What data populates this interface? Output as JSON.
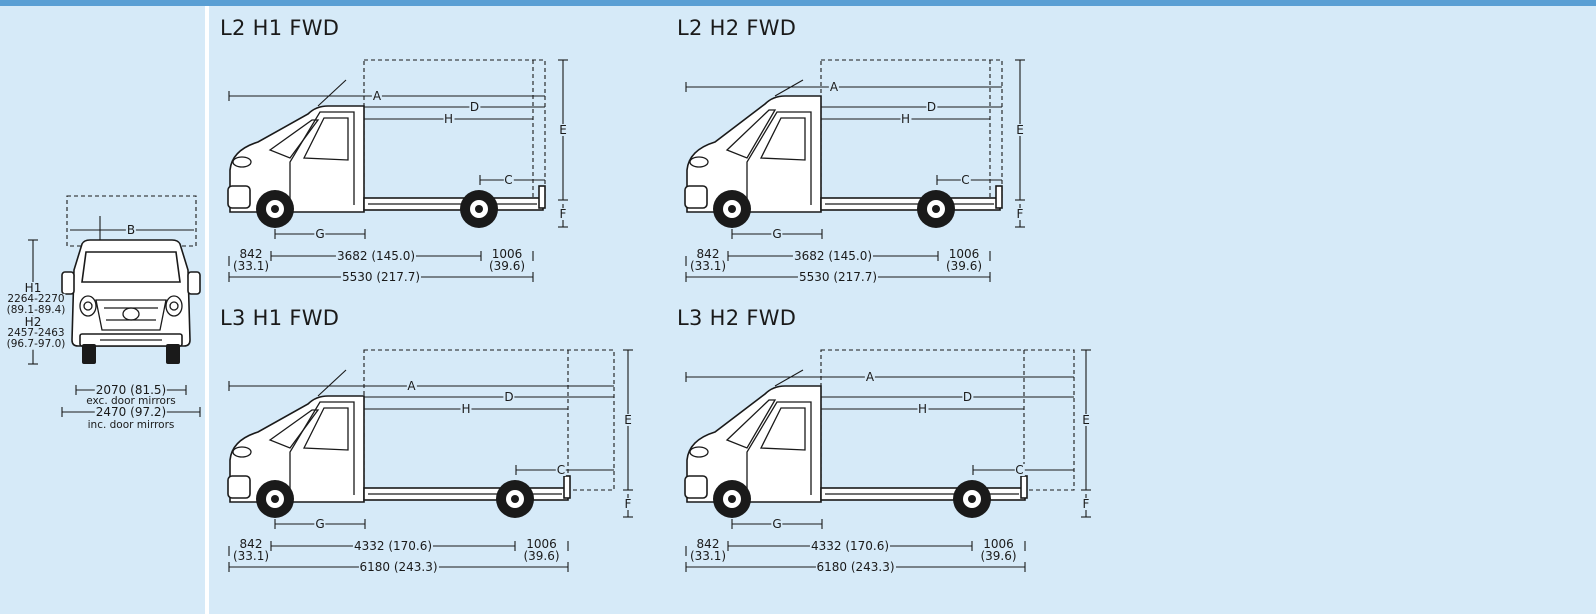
{
  "panels": [
    {
      "title": "L2 H1 FWD",
      "overhang_front": "842",
      "overhang_front_in": "(33.1)",
      "wheelbase": "3682 (145.0)",
      "overhang_rear": "1006",
      "overhang_rear_in": "(39.6)",
      "overall_length": "5530 (217.7)"
    },
    {
      "title": "L2 H2 FWD",
      "overhang_front": "842",
      "overhang_front_in": "(33.1)",
      "wheelbase": "3682 (145.0)",
      "overhang_rear": "1006",
      "overhang_rear_in": "(39.6)",
      "overall_length": "5530 (217.7)"
    },
    {
      "title": "L3 H1 FWD",
      "overhang_front": "842",
      "overhang_front_in": "(33.1)",
      "wheelbase": "4332 (170.6)",
      "overhang_rear": "1006",
      "overhang_rear_in": "(39.6)",
      "overall_length": "6180 (243.3)"
    },
    {
      "title": "L3 H2 FWD",
      "overhang_front": "842",
      "overhang_front_in": "(33.1)",
      "wheelbase": "4332 (170.6)",
      "overhang_rear": "1006",
      "overhang_rear_in": "(39.6)",
      "overall_length": "6180 (243.3)"
    }
  ],
  "dimension_letters": {
    "a": "A",
    "b": "B",
    "c": "C",
    "d": "D",
    "e": "E",
    "f": "F",
    "g": "G",
    "h": "H"
  },
  "front_view": {
    "h1_label": "H1",
    "h1_value": "2264-2270",
    "h1_value_in": "(89.1-89.4)",
    "h2_label": "H2",
    "h2_value": "2457-2463",
    "h2_value_in": "(96.7-97.0)",
    "width_exc": "2070 (81.5)",
    "width_exc_note": "exc. door mirrors",
    "width_inc": "2470 (97.2)",
    "width_inc_note": "inc. door mirrors"
  },
  "colors": {
    "background": "#d6eaf8",
    "top_bar": "#5a9fd4",
    "line": "#1a1a1a"
  }
}
